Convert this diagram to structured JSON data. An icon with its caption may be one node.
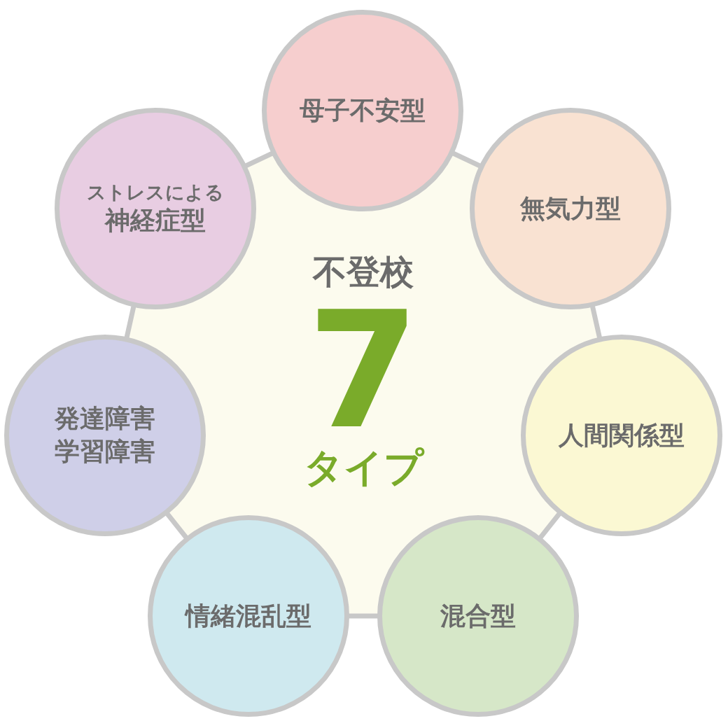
{
  "diagram": {
    "nodes": [
      {
        "text": [
          "不登校",
          "7",
          "タイプ"
        ]
      },
      {
        "text": [
          "母子不安型"
        ]
      },
      {
        "text": [
          "無気力型"
        ]
      },
      {
        "text": [
          "人間関係型"
        ]
      },
      {
        "text": [
          "混合型"
        ]
      },
      {
        "text": [
          "情緒混乱型"
        ]
      },
      {
        "text": [
          "発達障害",
          "学習障害"
        ]
      },
      {
        "text": [
          "ストレスによる",
          "神経症型"
        ]
      }
    ]
  }
}
